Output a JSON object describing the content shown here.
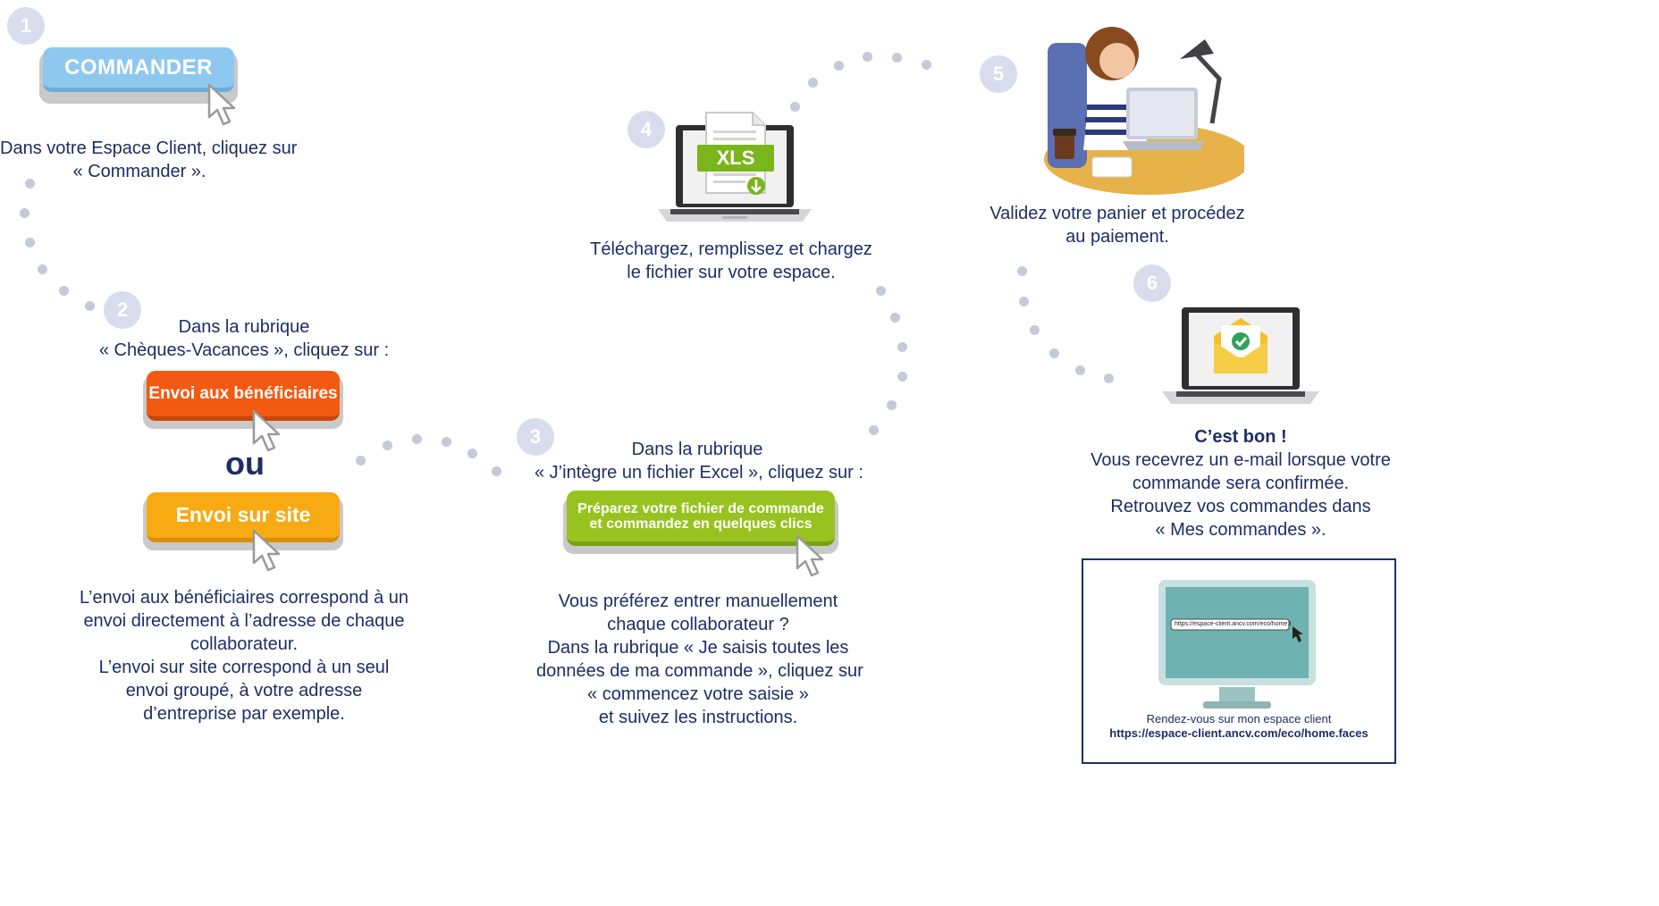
{
  "steps": [
    "1",
    "2",
    "3",
    "4",
    "5",
    "6"
  ],
  "step1": {
    "button_label": "COMMANDER",
    "lines": [
      "Dans votre Espace Client, cliquez sur",
      "« Commander »."
    ]
  },
  "step2": {
    "intro_lines": [
      "Dans la rubrique",
      "« Chèques-Vacances », cliquez sur :"
    ],
    "button_beneficiaires": "Envoi aux bénéficiaires",
    "or_label": "ou",
    "button_site": "Envoi sur site",
    "desc_lines": [
      "L’envoi aux bénéficiaires correspond à un",
      "envoi directement à l’adresse de chaque",
      "collaborateur.",
      "L’envoi sur site correspond à un seul",
      "envoi groupé, à votre adresse",
      "d’entreprise par exemple."
    ]
  },
  "step3": {
    "intro_lines": [
      "Dans la rubrique",
      "« J’intègre un fichier Excel », cliquez sur :"
    ],
    "button_lines": [
      "Préparez votre fichier de commande",
      "et commandez en quelques clics"
    ],
    "desc_lines": [
      "Vous préférez entrer manuellement",
      "chaque collaborateur ?",
      "Dans la rubrique « Je saisis toutes les",
      "données de ma commande », cliquez sur",
      "« commencez votre saisie »",
      "et suivez les instructions."
    ]
  },
  "step4": {
    "file_label": "XLS",
    "lines": [
      "Téléchargez, remplissez et chargez",
      "le fichier sur votre espace."
    ]
  },
  "step5": {
    "lines": [
      "Validez votre panier et procédez",
      "au paiement."
    ]
  },
  "step6": {
    "title": "C’est bon !",
    "lines": [
      "Vous recevrez un e-mail lorsque votre",
      "commande sera confirmée.",
      "Retrouvez vos commandes dans",
      "« Mes commandes »."
    ]
  },
  "panel": {
    "screen_url": "https://espace-client.ancv.com/eco/home.faces",
    "caption": "Rendez-vous sur mon espace client",
    "url": "https://espace-client.ancv.com/eco/home.faces"
  },
  "colors": {
    "navy": "#1e2d66",
    "step_circle": "#d9dcec",
    "commander": "#8ec8ee",
    "beneficiaires": "#f25a12",
    "site": "#f7aa12",
    "excel": "#98c21f",
    "xls": "#7ab51d"
  }
}
